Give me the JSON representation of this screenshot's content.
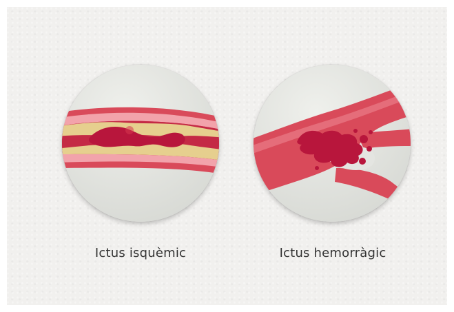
{
  "captions": {
    "ischemic": "Ictus isquèmic",
    "hemorrhagic": "Ictus hemorràgic"
  },
  "colors": {
    "background": "#f1f0ee",
    "disc_fill": "#e4e5e1",
    "vessel_wall": "#d94a5a",
    "vessel_inner": "#ee8a95",
    "plaque": "#e6cf8e",
    "blood_clot": "#b8163c",
    "caption_text": "#333333"
  },
  "icons": {
    "left": "blocked-artery-illustration",
    "right": "ruptured-vessel-illustration"
  }
}
